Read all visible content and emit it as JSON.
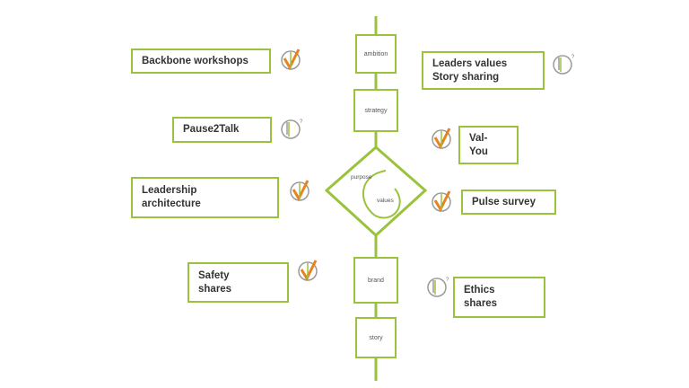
{
  "colors": {
    "accent": "#9bc23c",
    "orange": "#e8821e",
    "gray": "#9a9a9a",
    "text": "#333333"
  },
  "center": {
    "ambition": "ambition",
    "strategy": "strategy",
    "purpose": "purpose",
    "values": "values",
    "brand": "brand",
    "story": "story"
  },
  "items": {
    "backbone_workshops": "Backbone workshops",
    "leaders_values": "Leaders values\nStory sharing",
    "pause2talk": "Pause2Talk",
    "val_you": "Val-\nYou",
    "leadership_architecture": "Leadership\narchitecture",
    "pulse_survey": "Pulse survey",
    "safety_shares": "Safety\nshares",
    "ethics_shares": "Ethics\nshares"
  },
  "icons": {
    "backbone_workshops": "checkmark-circle-icon",
    "leaders_values": "gauge-circle-icon",
    "pause2talk": "gauge-circle-icon",
    "val_you": "checkmark-circle-icon",
    "leadership_architecture": "checkmark-circle-icon",
    "pulse_survey": "checkmark-circle-icon",
    "safety_shares": "checkmark-circle-icon",
    "ethics_shares": "gauge-circle-icon"
  }
}
